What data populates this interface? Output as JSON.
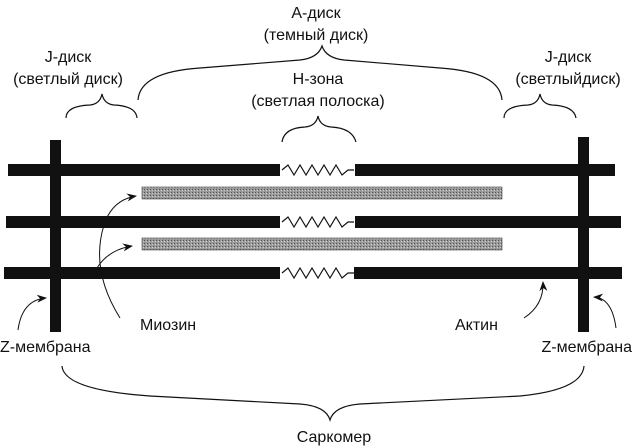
{
  "labels": {
    "a_disk": "А-диск",
    "a_disk_sub": "(темный диск)",
    "j_disk_left": "J-диск",
    "j_disk_left_sub": "(светлый диск)",
    "j_disk_right": "J-диск",
    "j_disk_right_sub": "(светлыйдиск)",
    "h_zone": "Н-зона",
    "h_zone_sub": "(светлая полоска)",
    "myosin": "Миозин",
    "actin": "Актин",
    "z_membrane_left": "Z-мембрана",
    "z_membrane_right": "Z-мембрана",
    "sarcomere": "Саркомер"
  },
  "colors": {
    "filament": "#111111",
    "myosin": "#8a8a8a"
  }
}
